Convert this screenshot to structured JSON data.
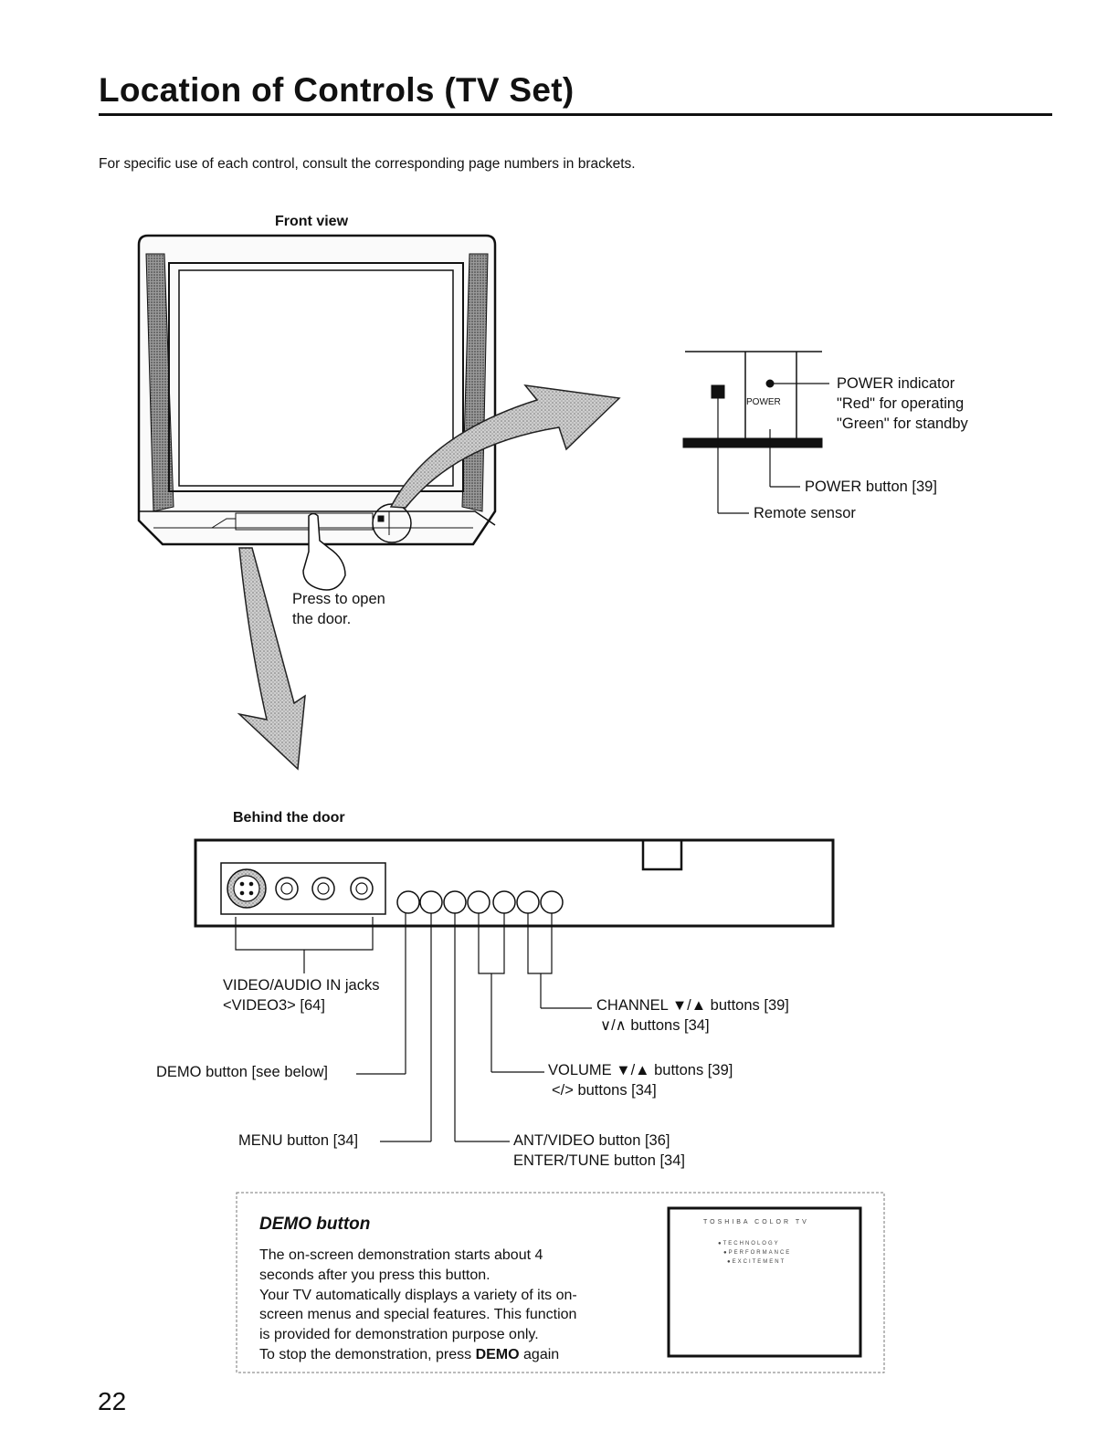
{
  "header": {
    "title": "Location of Controls (TV Set)"
  },
  "intro": "For specific use of each control, consult the corresponding page numbers in brackets.",
  "front_view": {
    "caption": "Front view",
    "door_note": [
      "Press to open",
      "the door."
    ],
    "power_label": "POWER",
    "power_indicator": [
      "POWER indicator",
      "\"Red\" for operating",
      "\"Green\" for standby"
    ],
    "power_button": "POWER button [39]",
    "remote_sensor": "Remote sensor"
  },
  "behind_door": {
    "caption": "Behind the door",
    "video_audio": [
      "VIDEO/AUDIO IN jacks",
      "<VIDEO3> [64]"
    ],
    "channel": [
      "CHANNEL ▼/▲ buttons [39]",
      "∨/∧ buttons [34]"
    ],
    "demo_button": "DEMO button [see below]",
    "volume": [
      "VOLUME ▼/▲ buttons [39]",
      "</> buttons [34]"
    ],
    "menu_button": "MENU button [34]",
    "ant_video": [
      "ANT/VIDEO button [36]",
      "ENTER/TUNE button [34]"
    ]
  },
  "demo_box": {
    "title": "DEMO button",
    "lines": [
      "The on-screen demonstration starts about 4",
      "seconds after you press this button.",
      "Your TV automatically displays a variety of its on-",
      "screen menus and special features. This function",
      "is provided for demonstration purpose only.",
      "To stop the demonstration, press "
    ],
    "last_bold": "DEMO",
    "last_tail": " again",
    "screen": {
      "title": "TOSHIBA COLOR TV",
      "items": [
        "●TECHNOLOGY",
        "●PERFORMANCE",
        "●EXCITEMENT"
      ]
    }
  },
  "page_number": "22"
}
